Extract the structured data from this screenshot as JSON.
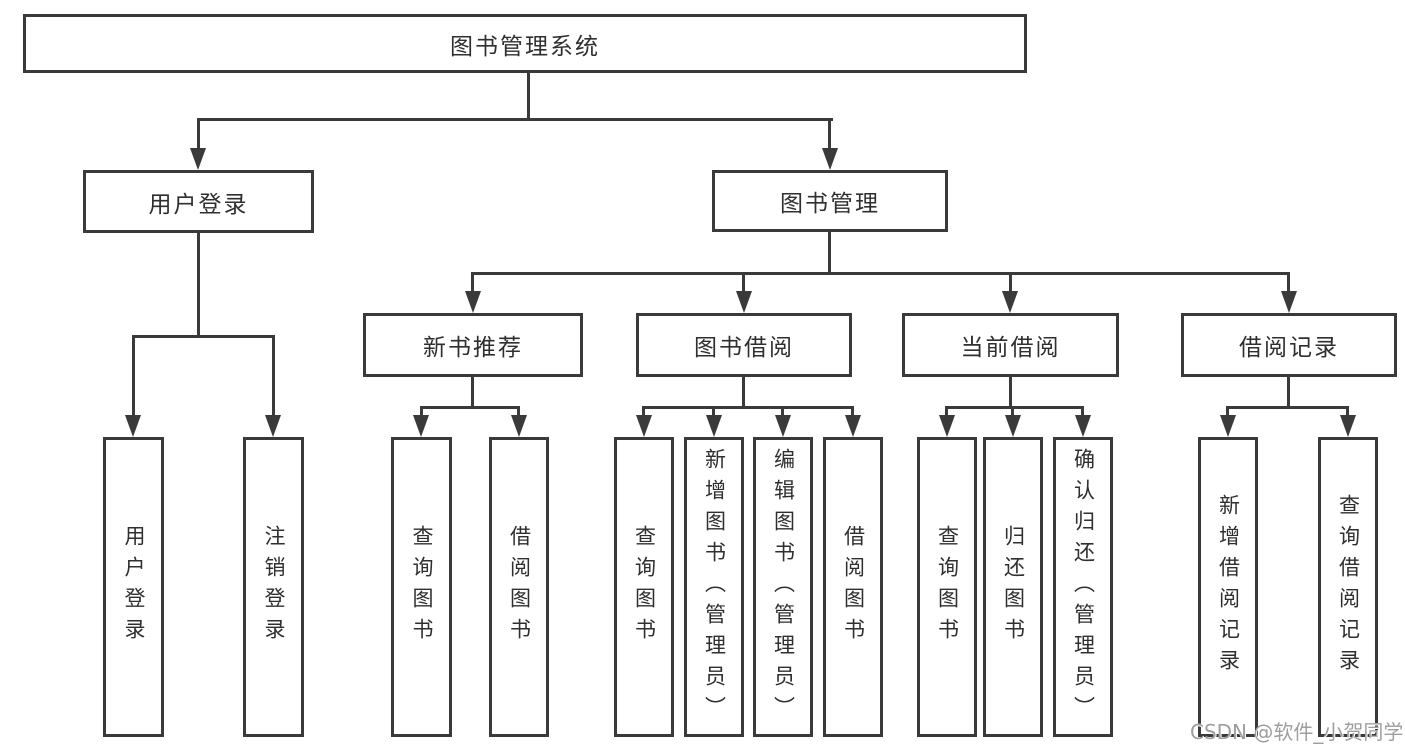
{
  "root": {
    "label": "图书管理系统"
  },
  "level2": [
    {
      "id": "user-login",
      "label": "用户登录"
    },
    {
      "id": "book-management",
      "label": "图书管理"
    }
  ],
  "level3": [
    {
      "id": "new-book-recommend",
      "label": "新书推荐",
      "parent": "图书管理"
    },
    {
      "id": "book-borrowing",
      "label": "图书借阅",
      "parent": "图书管理"
    },
    {
      "id": "current-borrowing",
      "label": "当前借阅",
      "parent": "图书管理"
    },
    {
      "id": "borrowing-records",
      "label": "借阅记录",
      "parent": "图书管理"
    }
  ],
  "leaves": [
    {
      "label": "用户登录",
      "parent": "用户登录"
    },
    {
      "label": "注销登录",
      "parent": "用户登录"
    },
    {
      "label": "查询图书",
      "parent": "新书推荐"
    },
    {
      "label": "借阅图书",
      "parent": "新书推荐"
    },
    {
      "label": "查询图书",
      "parent": "图书借阅"
    },
    {
      "label": "新增图书（管理员）",
      "parent": "图书借阅"
    },
    {
      "label": "编辑图书（管理员）",
      "parent": "图书借阅"
    },
    {
      "label": "借阅图书",
      "parent": "图书借阅"
    },
    {
      "label": "查询图书",
      "parent": "当前借阅"
    },
    {
      "label": "归还图书",
      "parent": "当前借阅"
    },
    {
      "label": "确认归还（管理员）",
      "parent": "当前借阅"
    },
    {
      "label": "新增借阅记录",
      "parent": "借阅记录"
    },
    {
      "label": "查询借阅记录",
      "parent": "借阅记录"
    }
  ],
  "watermark": "CSDN @软件_小贺同学",
  "colors": {
    "line": "#3a3a3a",
    "text": "#2f2f2f",
    "box_background": "#ffffff",
    "watermark": "#9e9e9e"
  }
}
